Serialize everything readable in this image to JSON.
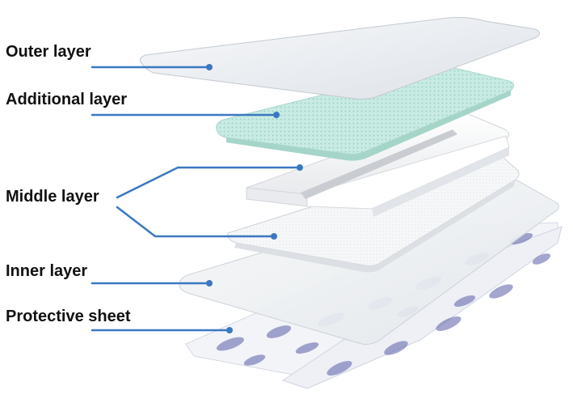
{
  "labels": {
    "outer": "Outer layer",
    "additional": "Additional layer",
    "middle": "Middle layer",
    "inner": "Inner layer",
    "protective": "Protective sheet"
  },
  "colors": {
    "leader_line": "#3a78c2",
    "outer_film": "#eef1f4",
    "additional_mesh": "#bfe6dd",
    "middle_pad": "#f4f5f6",
    "inner_film": "#f1f3f5",
    "protective_print": "#5a5fa8"
  },
  "layers": [
    {
      "id": "outer",
      "label_ref": "labels.outer"
    },
    {
      "id": "additional",
      "label_ref": "labels.additional"
    },
    {
      "id": "middle",
      "label_ref": "labels.middle"
    },
    {
      "id": "inner",
      "label_ref": "labels.inner"
    },
    {
      "id": "protective",
      "label_ref": "labels.protective"
    }
  ]
}
